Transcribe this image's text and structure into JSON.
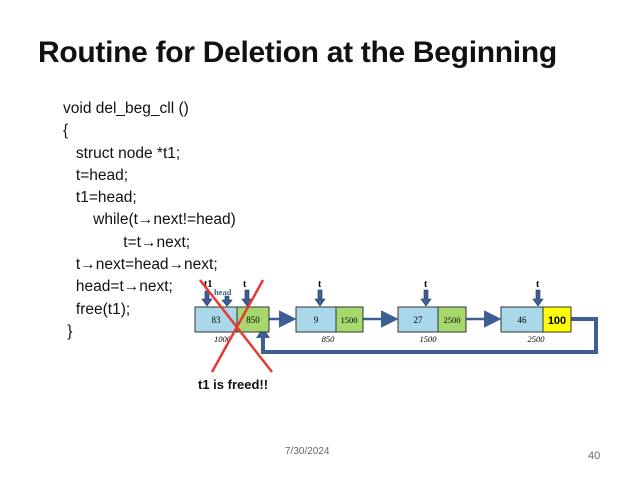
{
  "slide": {
    "title": "Routine for Deletion at the Beginning",
    "code_lines": [
      "void del_beg_cll ()",
      "{",
      "   struct node *t1;",
      "   t=head;",
      "   t1=head;",
      "       while(t→next!=head)",
      "              t=t→next;",
      "   t→next=head→next;",
      "   head=t→next;",
      "   free(t1);",
      " }"
    ],
    "freed_note": "t1 is freed!!",
    "date": "7/30/2024",
    "page_number": "40"
  },
  "diagram": {
    "pointer_labels": {
      "t1": "t1",
      "t": "t",
      "head": "head"
    },
    "nodes": [
      {
        "data": "83",
        "next": "850",
        "address": "1000"
      },
      {
        "data": "9",
        "next": "1500",
        "address": "850"
      },
      {
        "data": "27",
        "next": "2500",
        "address": "1500"
      },
      {
        "data": "46",
        "next": "100",
        "address": "2500"
      }
    ],
    "colors": {
      "data_cell": "#a8d8ea",
      "next_cell": "#a6d86e",
      "highlight_cell": "#ffff00",
      "link": "#3e5f96",
      "cross": "#e53935"
    }
  }
}
